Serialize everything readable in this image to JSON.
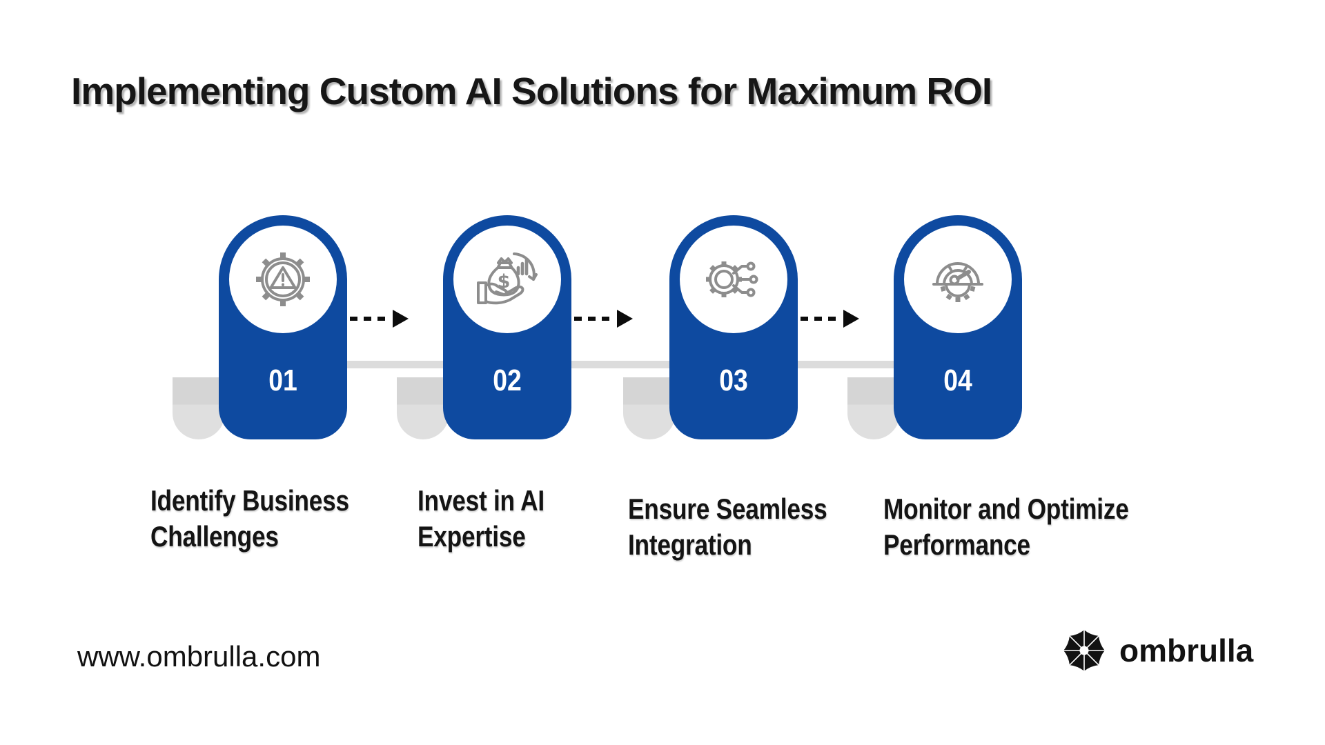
{
  "title": "Implementing Custom AI Solutions for Maximum ROI",
  "steps": [
    {
      "number": "01",
      "label_line1": "Identify Business",
      "label_line2": "Challenges",
      "icon": "gear-alert-icon"
    },
    {
      "number": "02",
      "label_line1": "Invest in AI",
      "label_line2": "Expertise",
      "icon": "investment-hand-icon"
    },
    {
      "number": "03",
      "label_line1": "Ensure Seamless",
      "label_line2": "Integration",
      "icon": "gear-circuit-icon"
    },
    {
      "number": "04",
      "label_line1": "Monitor and Optimize",
      "label_line2": "Performance",
      "icon": "gauge-gear-icon"
    }
  ],
  "footer": {
    "website": "www.ombrulla.com",
    "brand": "ombrulla",
    "logo_icon": "umbrella-icon"
  },
  "colors": {
    "pin_blue": "#0e4aa0",
    "icon_gray": "#8d8d8d",
    "connector_gray": "#dcdcdc",
    "curl_gray": "#d8d8d8",
    "arrow_black": "#0c0c0c",
    "text_dark": "#141414",
    "background": "#ffffff"
  }
}
